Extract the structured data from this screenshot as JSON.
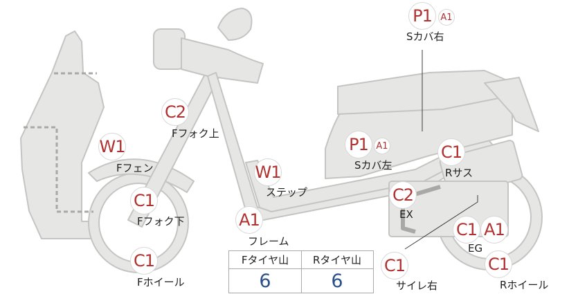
{
  "parts": [
    {
      "id": "s-cover-right",
      "label": "Sカバ右",
      "codes": [
        {
          "code": "P1",
          "size": "big"
        },
        {
          "code": "A1",
          "size": "small"
        }
      ]
    },
    {
      "id": "f-fork-upper",
      "label": "Fフォク上",
      "codes": [
        {
          "code": "C2",
          "size": "big"
        }
      ]
    },
    {
      "id": "f-fender",
      "label": "Fフェン",
      "codes": [
        {
          "code": "W1",
          "size": "big"
        }
      ]
    },
    {
      "id": "s-cover-left",
      "label": "Sカバ左",
      "codes": [
        {
          "code": "P1",
          "size": "big"
        },
        {
          "code": "A1",
          "size": "small"
        }
      ]
    },
    {
      "id": "r-suspension",
      "label": "Rサス",
      "codes": [
        {
          "code": "C1",
          "size": "big"
        }
      ]
    },
    {
      "id": "step",
      "label": "ステップ",
      "codes": [
        {
          "code": "W1",
          "size": "big"
        }
      ]
    },
    {
      "id": "f-fork-lower",
      "label": "Fフォク下",
      "codes": [
        {
          "code": "C1",
          "size": "big"
        }
      ]
    },
    {
      "id": "exhaust",
      "label": "EX",
      "codes": [
        {
          "code": "C2",
          "size": "big"
        }
      ]
    },
    {
      "id": "frame",
      "label": "フレーム",
      "codes": [
        {
          "code": "A1",
          "size": "big"
        }
      ]
    },
    {
      "id": "engine",
      "label": "EG",
      "codes": [
        {
          "code": "C1",
          "size": "big"
        },
        {
          "code": "A1",
          "size": "big"
        }
      ]
    },
    {
      "id": "f-wheel",
      "label": "Fホイール",
      "codes": [
        {
          "code": "C1",
          "size": "big"
        }
      ]
    },
    {
      "id": "muffler-right",
      "label": "サイレ右",
      "codes": [
        {
          "code": "C1",
          "size": "big"
        }
      ]
    },
    {
      "id": "r-wheel",
      "label": "Rホイール",
      "codes": [
        {
          "code": "C1",
          "size": "big"
        }
      ]
    }
  ],
  "tire_tread": {
    "front_header": "Fタイヤ山",
    "rear_header": "Rタイヤ山",
    "front_value": "6",
    "rear_value": "6"
  },
  "colors": {
    "code_text": "#b0312f",
    "tread_value": "#2a4f8a",
    "scooter_fill": "#e6e6e4",
    "scooter_stroke": "#c4c4c2"
  }
}
